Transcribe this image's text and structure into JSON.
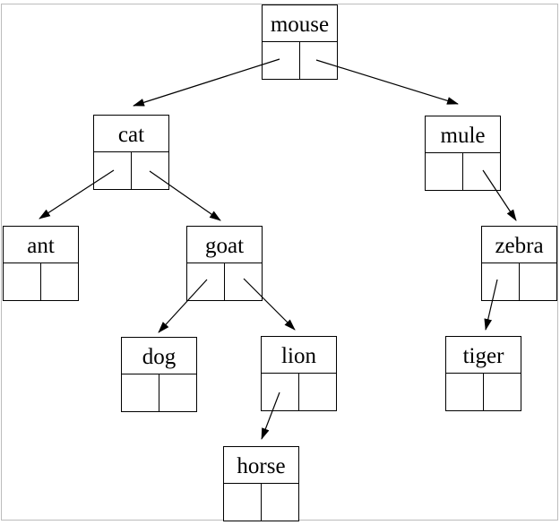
{
  "tree": {
    "kind": "binary-tree-diagram",
    "nodes": {
      "mouse": {
        "label": "mouse"
      },
      "cat": {
        "label": "cat"
      },
      "mule": {
        "label": "mule"
      },
      "ant": {
        "label": "ant"
      },
      "goat": {
        "label": "goat"
      },
      "zebra": {
        "label": "zebra"
      },
      "dog": {
        "label": "dog"
      },
      "lion": {
        "label": "lion"
      },
      "tiger": {
        "label": "tiger"
      },
      "horse": {
        "label": "horse"
      }
    },
    "edges": [
      {
        "from": "mouse",
        "from_cell": "left",
        "to": "cat"
      },
      {
        "from": "mouse",
        "from_cell": "right",
        "to": "mule"
      },
      {
        "from": "cat",
        "from_cell": "left",
        "to": "ant"
      },
      {
        "from": "cat",
        "from_cell": "right",
        "to": "goat"
      },
      {
        "from": "mule",
        "from_cell": "right",
        "to": "zebra"
      },
      {
        "from": "goat",
        "from_cell": "left",
        "to": "dog"
      },
      {
        "from": "goat",
        "from_cell": "right",
        "to": "lion"
      },
      {
        "from": "zebra",
        "from_cell": "left",
        "to": "tiger"
      },
      {
        "from": "lion",
        "from_cell": "left",
        "to": "horse"
      }
    ],
    "colors": {
      "line": "#000000",
      "text": "#000000",
      "background": "#ffffff",
      "frame": "#bcbcbc"
    }
  }
}
